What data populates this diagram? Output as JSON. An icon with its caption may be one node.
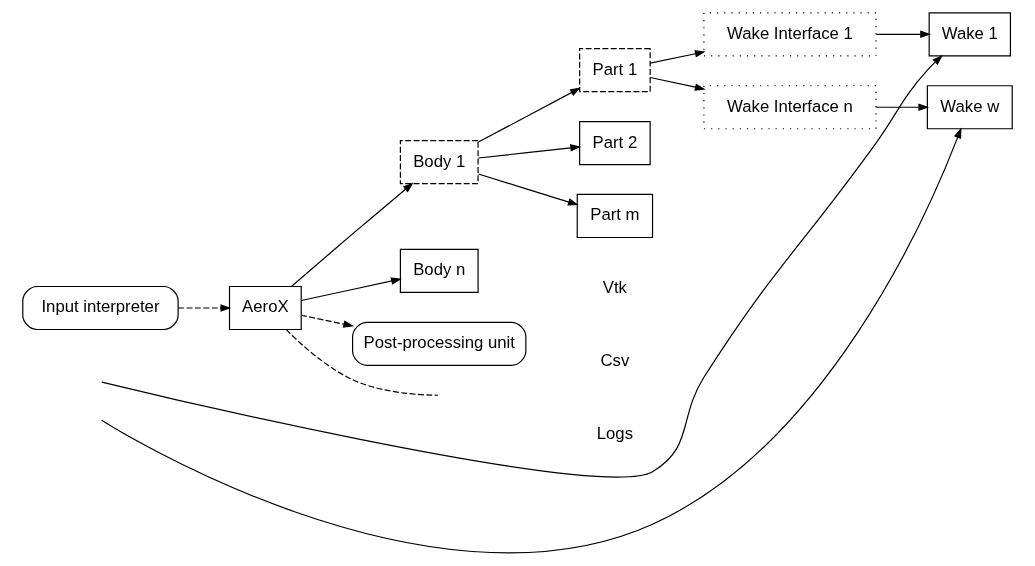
{
  "diagram": {
    "nodes": [
      {
        "text": [
          "Input interpreter"
        ]
      },
      {
        "text": [
          "AeroX"
        ]
      },
      {
        "text": [
          "Body 1"
        ]
      },
      {
        "text": [
          "Body n"
        ]
      },
      {
        "text": [
          "Part 1"
        ]
      },
      {
        "text": [
          "Part 2"
        ]
      },
      {
        "text": [
          "Part m"
        ]
      },
      {
        "text": [
          "Wake Interface 1"
        ]
      },
      {
        "text": [
          "Wake Interface n"
        ]
      },
      {
        "text": [
          "Wake 1"
        ]
      },
      {
        "text": [
          "Wake w"
        ]
      },
      {
        "text": [
          "Post-processing unit"
        ]
      }
    ],
    "edges": [
      {
        "from": 0,
        "to": 1,
        "arrow": "to",
        "style": "dashed"
      },
      {
        "from": 1,
        "to": 2,
        "arrow": "to"
      },
      {
        "from": 1,
        "to": 3,
        "arrow": "to"
      },
      {
        "from": 2,
        "to": 4,
        "arrow": "to"
      },
      {
        "from": 2,
        "to": 5,
        "arrow": "to"
      },
      {
        "from": 2,
        "to": 6,
        "arrow": "to"
      },
      {
        "from": 4,
        "to": 7,
        "arrow": "to"
      },
      {
        "from": 4,
        "to": 8,
        "arrow": "to"
      },
      {
        "from": 7,
        "to": 9,
        "arrow": "to"
      },
      {
        "from": 8,
        "to": 10,
        "arrow": "to"
      },
      {
        "from": null,
        "to": 9,
        "arrow": "to"
      },
      {
        "from": null,
        "to": 10,
        "arrow": "to"
      },
      {
        "from": 1,
        "to": null,
        "arrow": "none",
        "style": "dashed"
      },
      {
        "from": 1,
        "to": 11,
        "arrow": "to",
        "style": "dashed"
      }
    ],
    "labels": [
      "Vtk",
      "Csv",
      "Logs"
    ]
  }
}
